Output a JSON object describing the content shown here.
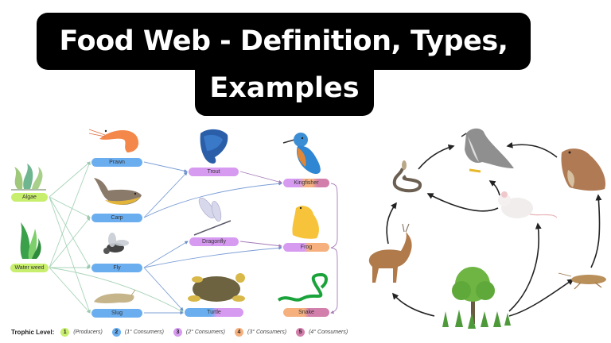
{
  "title": {
    "line1": "Food Web - Definition, Types,",
    "line2": "Examples"
  },
  "left_web": {
    "nodes": [
      {
        "id": "algae",
        "label": "Algae",
        "level": 1
      },
      {
        "id": "waterweed",
        "label": "Water weed",
        "level": 1
      },
      {
        "id": "prawn",
        "label": "Prawn",
        "level": 2
      },
      {
        "id": "carp",
        "label": "Carp",
        "level": 2
      },
      {
        "id": "fly",
        "label": "Fly",
        "level": 2
      },
      {
        "id": "slug",
        "label": "Slug",
        "level": 2
      },
      {
        "id": "trout",
        "label": "Trout",
        "level": 3
      },
      {
        "id": "dragonfly",
        "label": "Dragonfly",
        "level": 3
      },
      {
        "id": "turtle",
        "label": "Turtle",
        "level": "2/3"
      },
      {
        "id": "kingfisher",
        "label": "Kingfisher",
        "level": "3/4/5"
      },
      {
        "id": "frog",
        "label": "Frog",
        "level": "3/4"
      },
      {
        "id": "snake",
        "label": "Snake",
        "level": "4/5"
      }
    ],
    "legend": {
      "title": "Trophic Level:",
      "items": [
        {
          "num": "1",
          "text": "(Producers)",
          "color": "#c8ee6e"
        },
        {
          "num": "2",
          "text": "(1° Consumers)",
          "color": "#6aaef0"
        },
        {
          "num": "3",
          "text": "(2° Consumers)",
          "color": "#d69af0"
        },
        {
          "num": "4",
          "text": "(3° Consumers)",
          "color": "#f5b07e"
        },
        {
          "num": "5",
          "text": "(4° Consumers)",
          "color": "#d37fac"
        }
      ]
    }
  },
  "right_web": {
    "organisms": [
      "hawk",
      "snake",
      "frog",
      "mouse",
      "deer",
      "grasshopper",
      "tree-and-grass"
    ]
  },
  "colors": {
    "producer": "#c8ee6e",
    "primary": "#6aaef0",
    "secondary": "#d69af0",
    "tertiary": "#f5b07e",
    "quaternary": "#d37fac",
    "title_bg": "#000000",
    "title_fg": "#ffffff"
  }
}
